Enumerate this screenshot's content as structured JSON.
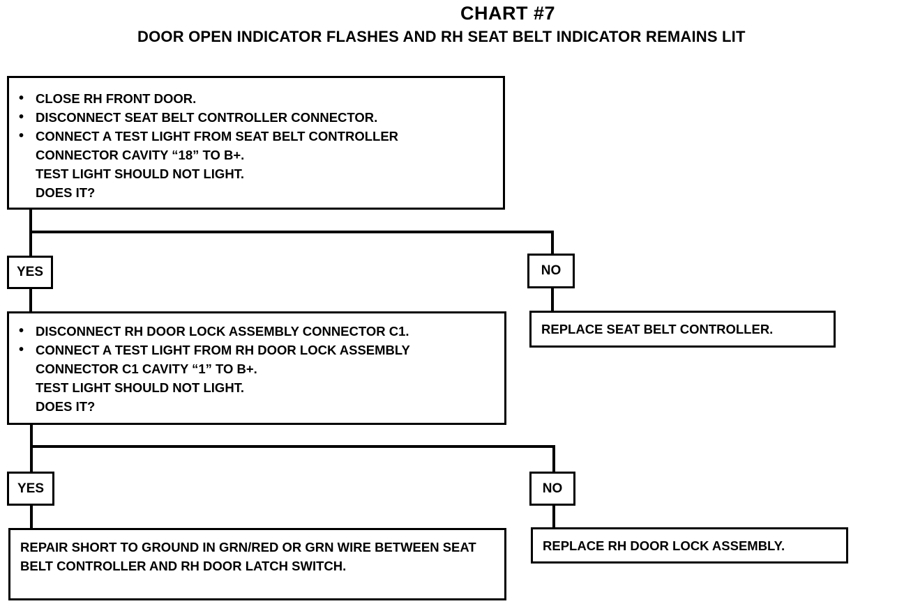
{
  "title": "CHART #7",
  "subtitle": "DOOR OPEN INDICATOR FLASHES AND RH SEAT BELT INDICATOR REMAINS LIT",
  "step1": {
    "bullets": [
      "CLOSE RH FRONT DOOR.",
      "DISCONNECT SEAT BELT CONTROLLER CONNECTOR.",
      "CONNECT A TEST LIGHT FROM SEAT BELT CONTROLLER CONNECTOR CAVITY “18” TO B+."
    ],
    "notes": [
      "TEST LIGHT SHOULD NOT LIGHT.",
      "DOES IT?"
    ],
    "yes_label": "YES",
    "no_label": "NO",
    "no_result": "REPLACE SEAT BELT CONTROLLER."
  },
  "step2": {
    "bullets": [
      "DISCONNECT RH DOOR LOCK ASSEMBLY CONNECTOR C1.",
      "CONNECT A TEST LIGHT FROM RH DOOR LOCK ASSEMBLY CONNECTOR C1 CAVITY “1” TO B+."
    ],
    "notes": [
      "TEST LIGHT SHOULD NOT LIGHT.",
      "DOES IT?"
    ],
    "yes_label": "YES",
    "no_label": "NO",
    "yes_result": "REPAIR SHORT TO GROUND IN GRN/RED OR GRN WIRE BETWEEN SEAT BELT CONTROLLER AND RH DOOR LATCH SWITCH.",
    "no_result": "REPLACE RH DOOR LOCK ASSEMBLY."
  }
}
